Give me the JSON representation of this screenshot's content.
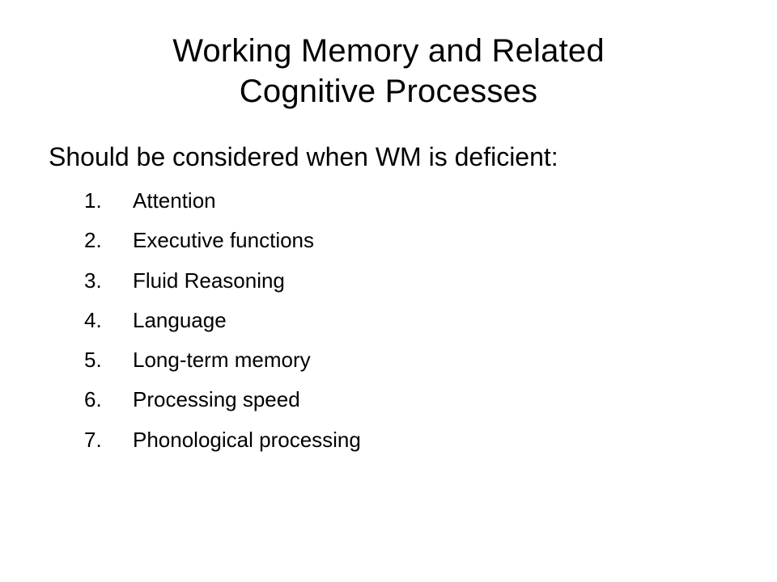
{
  "slide": {
    "title_lines": [
      "Working Memory and Related",
      "Cognitive Processes"
    ],
    "subtitle": "Should be considered when WM is deficient:",
    "items": [
      {
        "number": "1.",
        "label": "Attention"
      },
      {
        "number": "2.",
        "label": "Executive functions"
      },
      {
        "number": "3.",
        "label": "Fluid Reasoning"
      },
      {
        "number": "4.",
        "label": "Language"
      },
      {
        "number": "5.",
        "label": "Long-term memory"
      },
      {
        "number": "6.",
        "label": "Processing speed"
      },
      {
        "number": "7.",
        "label": "Phonological processing"
      }
    ]
  }
}
